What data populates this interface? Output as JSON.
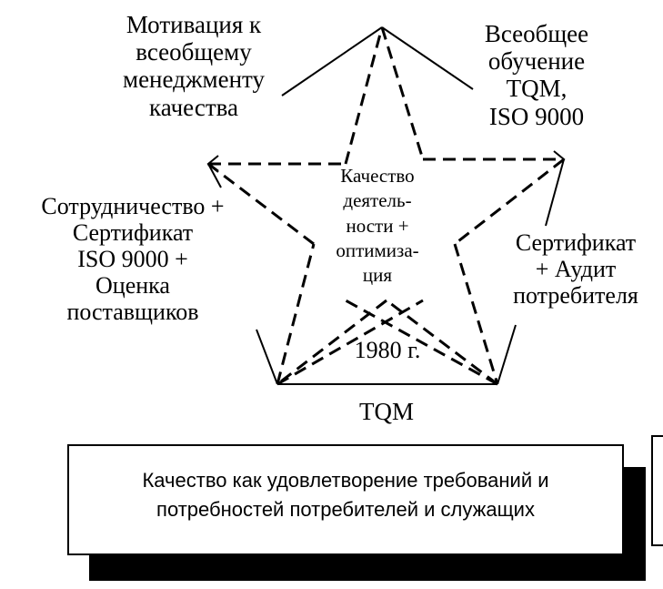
{
  "diagram": {
    "top_left": [
      "Мотивация к",
      "всеобщему",
      "менеджменту",
      "качества"
    ],
    "top_right": [
      "Всеобщее",
      "обучение",
      "TQM,",
      "ISO 9000"
    ],
    "left": [
      "Сотрудничество +",
      "Сертификат",
      "ISO 9000 +",
      "Оценка",
      "поставщиков"
    ],
    "right": [
      "Сертификат",
      "+ Аудит",
      "потребителя"
    ],
    "center": [
      "Качество",
      "деятель-",
      "ности +",
      "оптимиза-",
      "ция"
    ],
    "year": "1980 г.",
    "bottom_label": "TQM"
  },
  "box": {
    "line1": "Качество как удовлетворение требований и",
    "line2": "потребностей потребителей и служащих"
  }
}
